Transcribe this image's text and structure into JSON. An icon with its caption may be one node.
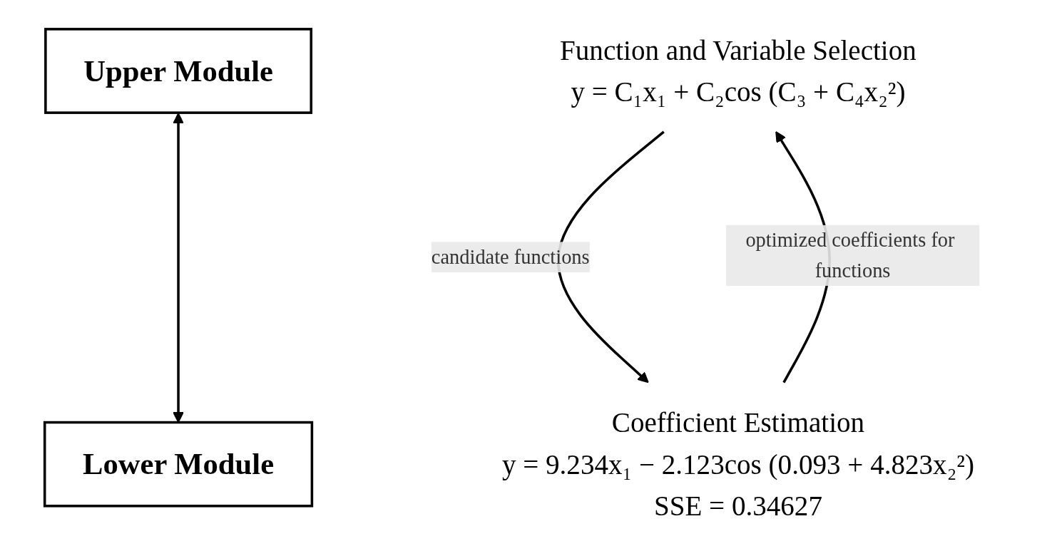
{
  "diagram": {
    "nodes": [
      {
        "text": [
          "Upper Module"
        ]
      },
      {
        "text": [
          "Lower Module"
        ]
      },
      {
        "text": [
          "Function and Variable Selection",
          "y = C₁x₁ + C₂cos (C₃ + C₄x₂²)"
        ]
      },
      {
        "text": [
          "Coefficient Estimation",
          "y = 9.234x₁ − 2.123cos (0.093 + 4.823x₂²)",
          "SSE = 0.34627"
        ]
      }
    ],
    "edges": [
      {
        "from": 0,
        "to": 1,
        "arrow": "both"
      },
      {
        "from": 2,
        "to": 3,
        "arrow": "to",
        "label": "candidate functions"
      },
      {
        "from": 3,
        "to": 2,
        "arrow": "to",
        "label": "optimized coefficients for functions"
      }
    ]
  }
}
